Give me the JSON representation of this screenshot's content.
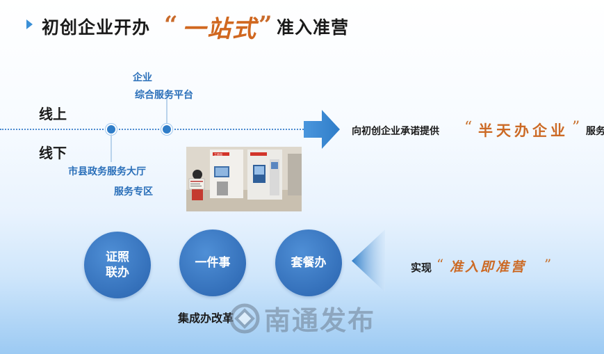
{
  "title": {
    "prefix": "初创企业开办",
    "quote_open": "“",
    "highlight": "一站式",
    "quote_close": "”",
    "suffix": "准入准营"
  },
  "channels": {
    "online_label": "线上",
    "offline_label": "线下",
    "online_platform_line1": "企业",
    "online_platform_line2": "综合服务平台",
    "offline_hall_line1": "市县政务服务大厅",
    "offline_hall_line2": "服务专区"
  },
  "commitment": {
    "text": "向初创企业承诺提供",
    "quote_open": "“",
    "highlight": "半天办企业",
    "quote_close": "”",
    "suffix": "服务"
  },
  "circles": [
    {
      "line1": "证照",
      "line2": "联办"
    },
    {
      "line1": "一件事",
      "line2": ""
    },
    {
      "line1": "套餐办",
      "line2": ""
    }
  ],
  "realize": {
    "text": "实现",
    "quote_open": "“",
    "highlight": "准入即准营",
    "quote_close": "”"
  },
  "integrated_label": "集成办改革",
  "watermark": {
    "text": "南通发布",
    "icon": "nantong-logo-icon"
  },
  "photo": {
    "sign_text": "工商局"
  },
  "colors": {
    "accent_blue": "#2f7dc8",
    "circle_blue": "#3470ba",
    "highlight_orange": "#cc6a25",
    "text_dark": "#1a1a1a"
  }
}
